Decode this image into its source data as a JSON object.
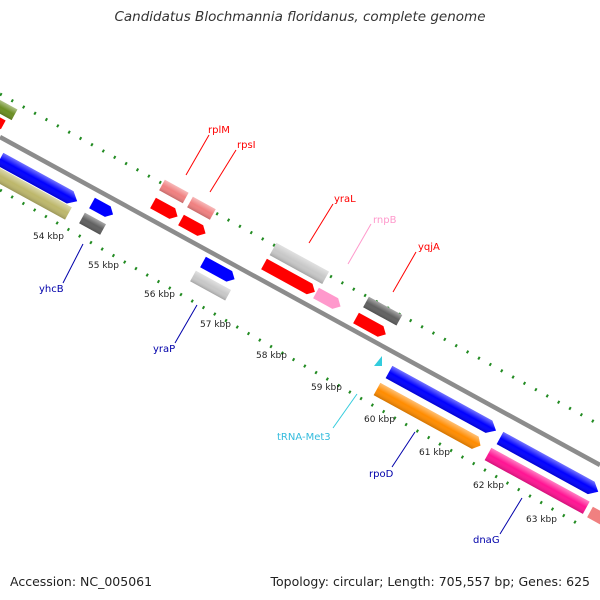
{
  "title": "Candidatus Blochmannia floridanus, complete genome",
  "footer": {
    "accession": "Accession: NC_005061",
    "summary": "Topology: circular; Length: 705,557 bp; Genes: 625"
  },
  "colors": {
    "backbone": "#8c8c8c",
    "tick_outer": "#228b22",
    "tick_inner": "#228b22",
    "red": "#ff0000",
    "salmon": "#f08080",
    "blue": "#0000ff",
    "dark_gray": "#606060",
    "light_gray": "#c8c8c8",
    "pink": "#ff99cc",
    "orange": "#ff8c00",
    "magenta": "#ff1493",
    "olive": "#bdb76b",
    "olive_dark": "#6b8e23",
    "cyan": "#33ccdd"
  },
  "kbp_ticks": [
    "54 kbp",
    "55 kbp",
    "56 kbp",
    "57 kbp",
    "58 kbp",
    "59 kbp",
    "60 kbp",
    "61 kbp",
    "62 kbp",
    "63 kbp"
  ],
  "gene_labels": [
    {
      "name": "rplM",
      "color": "#ff0000"
    },
    {
      "name": "rpsI",
      "color": "#ff0000"
    },
    {
      "name": "yraL",
      "color": "#ff0000"
    },
    {
      "name": "rnpB",
      "color": "#ff99cc"
    },
    {
      "name": "yqjA",
      "color": "#ff0000"
    },
    {
      "name": "yhcB",
      "color": "#0000aa"
    },
    {
      "name": "yraP",
      "color": "#0000aa"
    },
    {
      "name": "tRNA-Met3",
      "color": "#33bbdd"
    },
    {
      "name": "rpoD",
      "color": "#0000aa"
    },
    {
      "name": "dnaG",
      "color": "#0000aa"
    }
  ]
}
